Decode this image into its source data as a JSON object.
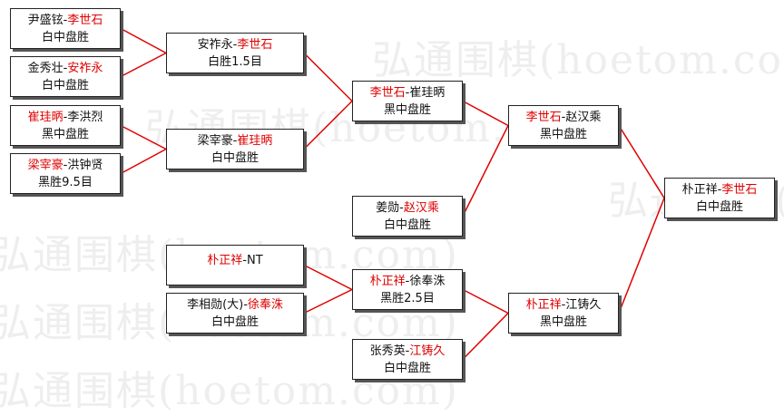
{
  "watermark": "弘通围棋(hoetom.com)",
  "colors": {
    "winner": "#e00000",
    "text": "#111111",
    "line": "#e00000",
    "watermark": "#eeeeee"
  },
  "matches": [
    {
      "id": "r1a",
      "parts": [
        {
          "t": "尹盛铉",
          "w": false
        },
        {
          "t": "-",
          "w": false
        },
        {
          "t": "李世石",
          "w": true
        }
      ],
      "result": "白中盘胜"
    },
    {
      "id": "r1b",
      "parts": [
        {
          "t": "金秀壮",
          "w": false
        },
        {
          "t": "-",
          "w": false
        },
        {
          "t": "安祚永",
          "w": true
        }
      ],
      "result": "白中盘胜"
    },
    {
      "id": "r1c",
      "parts": [
        {
          "t": "崔珪昞",
          "w": true
        },
        {
          "t": "-",
          "w": false
        },
        {
          "t": "李洪烈",
          "w": false
        }
      ],
      "result": "黑中盘胜"
    },
    {
      "id": "r1d",
      "parts": [
        {
          "t": "梁宰豪",
          "w": true
        },
        {
          "t": "-",
          "w": false
        },
        {
          "t": "洪钟贤",
          "w": false
        }
      ],
      "result": "黑胜9.5目"
    },
    {
      "id": "r2a",
      "parts": [
        {
          "t": "安祚永",
          "w": false
        },
        {
          "t": "-",
          "w": false
        },
        {
          "t": "李世石",
          "w": true
        }
      ],
      "result": "白胜1.5目"
    },
    {
      "id": "r2b",
      "parts": [
        {
          "t": "梁宰豪",
          "w": false
        },
        {
          "t": "-",
          "w": false
        },
        {
          "t": "崔珪昞",
          "w": true
        }
      ],
      "result": "白中盘胜"
    },
    {
      "id": "r3a",
      "parts": [
        {
          "t": "李世石",
          "w": true
        },
        {
          "t": "-",
          "w": false
        },
        {
          "t": "崔珪昞",
          "w": false
        }
      ],
      "result": "黑中盘胜"
    },
    {
      "id": "r3b",
      "parts": [
        {
          "t": "姜勋",
          "w": false
        },
        {
          "t": "-",
          "w": false
        },
        {
          "t": "赵汉乘",
          "w": true
        }
      ],
      "result": "白中盘胜"
    },
    {
      "id": "r4a",
      "parts": [
        {
          "t": "李世石",
          "w": true
        },
        {
          "t": "-",
          "w": false
        },
        {
          "t": "赵汉乘",
          "w": false
        }
      ],
      "result": "黑中盘胜"
    },
    {
      "id": "r1e",
      "parts": [
        {
          "t": "朴正祥",
          "w": true
        },
        {
          "t": "-",
          "w": false
        },
        {
          "t": "NT",
          "w": false
        }
      ],
      "result": ""
    },
    {
      "id": "r1f",
      "parts": [
        {
          "t": "李相勋(大)",
          "w": false
        },
        {
          "t": "-",
          "w": false
        },
        {
          "t": "徐奉洙",
          "w": true
        }
      ],
      "result": "白中盘胜"
    },
    {
      "id": "r2c",
      "parts": [
        {
          "t": "朴正祥",
          "w": true
        },
        {
          "t": "-",
          "w": false
        },
        {
          "t": "徐奉洙",
          "w": false
        }
      ],
      "result": "黑胜2.5目"
    },
    {
      "id": "r2d",
      "parts": [
        {
          "t": "张秀英",
          "w": false
        },
        {
          "t": "-",
          "w": false
        },
        {
          "t": "江铸久",
          "w": true
        }
      ],
      "result": "白中盘胜"
    },
    {
      "id": "r3c",
      "parts": [
        {
          "t": "朴正祥",
          "w": true
        },
        {
          "t": "-",
          "w": false
        },
        {
          "t": "江铸久",
          "w": false
        }
      ],
      "result": "黑中盘胜"
    },
    {
      "id": "final",
      "parts": [
        {
          "t": "朴正祥",
          "w": false
        },
        {
          "t": "-",
          "w": false
        },
        {
          "t": "李世石",
          "w": true
        }
      ],
      "result": "白中盘胜"
    }
  ]
}
